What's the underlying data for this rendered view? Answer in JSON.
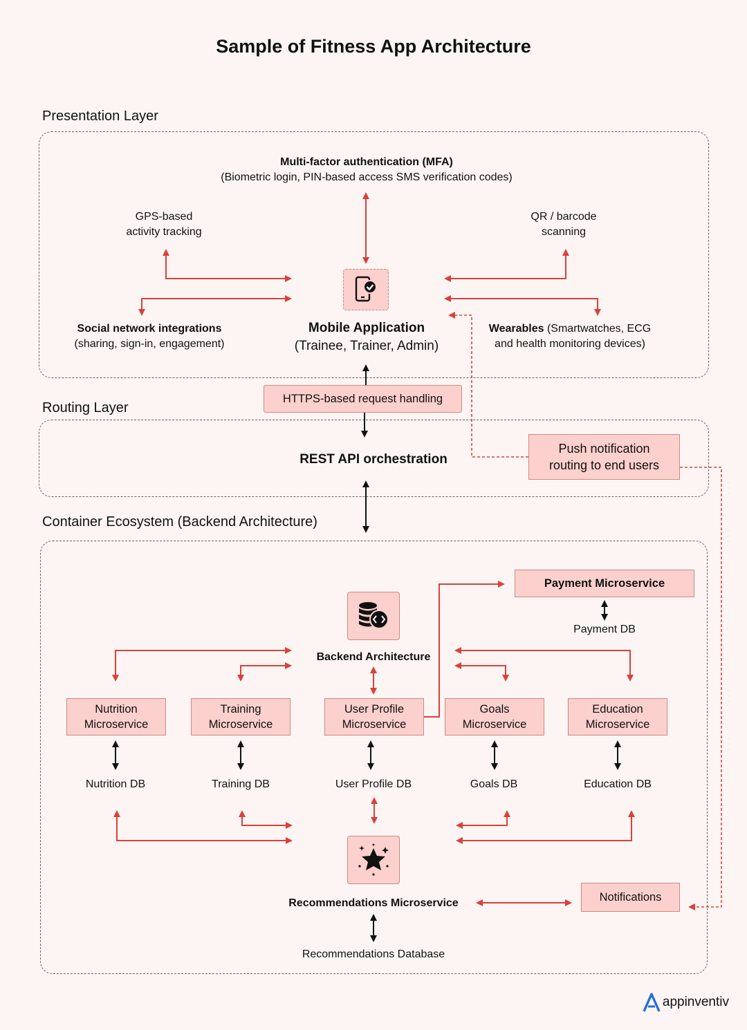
{
  "title": "Sample of Fitness App Architecture",
  "sections": {
    "presentation": "Presentation Layer",
    "routing": "Routing Layer",
    "container": "Container Ecosystem (Backend Architecture)"
  },
  "presentation": {
    "mfa_title": "Multi-factor authentication (MFA)",
    "mfa_detail": "(Biometric login, PIN-based access SMS verification codes)",
    "gps_line1": "GPS-based",
    "gps_line2": "activity tracking",
    "qr_line1": "QR / barcode",
    "qr_line2": "scanning",
    "social_title": "Social network integrations",
    "social_detail": "(sharing, sign-in, engagement)",
    "mobile_title": "Mobile Application",
    "mobile_detail": "(Trainee, Trainer, Admin)",
    "wear_title": "Wearables",
    "wear_line1_rest": " (Smartwatches, ECG",
    "wear_line2": "and health monitoring devices)"
  },
  "routing": {
    "https": "HTTPS-based request handling",
    "rest": "REST API orchestration",
    "push_line1": "Push notification",
    "push_line2": "routing to end users"
  },
  "backend": {
    "payment_ms": "Payment Microservice",
    "payment_db": "Payment DB",
    "backend_arch": "Backend Architecture",
    "microservices": [
      {
        "line1": "Nutrition",
        "line2": "Microservice",
        "db": "Nutrition DB"
      },
      {
        "line1": "Training",
        "line2": "Microservice",
        "db": "Training DB"
      },
      {
        "line1": "User Profile",
        "line2": "Microservice",
        "db": "User Profile DB"
      },
      {
        "line1": "Goals",
        "line2": "Microservice",
        "db": "Goals DB"
      },
      {
        "line1": "Education",
        "line2": "Microservice",
        "db": "Education DB"
      }
    ],
    "recommendations": "Recommendations Microservice",
    "recommendations_db": "Recommendations Database",
    "notifications": "Notifications"
  },
  "logo": "appinventiv",
  "icons": [
    "mobile-check-icon",
    "database-code-icon",
    "star-sparkle-icon",
    "appinventiv-logo-icon"
  ],
  "colors": {
    "background": "#fdf5f3",
    "box_fill": "#fcd0cc",
    "arrow_red": "#d9413b",
    "arrow_black": "#111111"
  }
}
